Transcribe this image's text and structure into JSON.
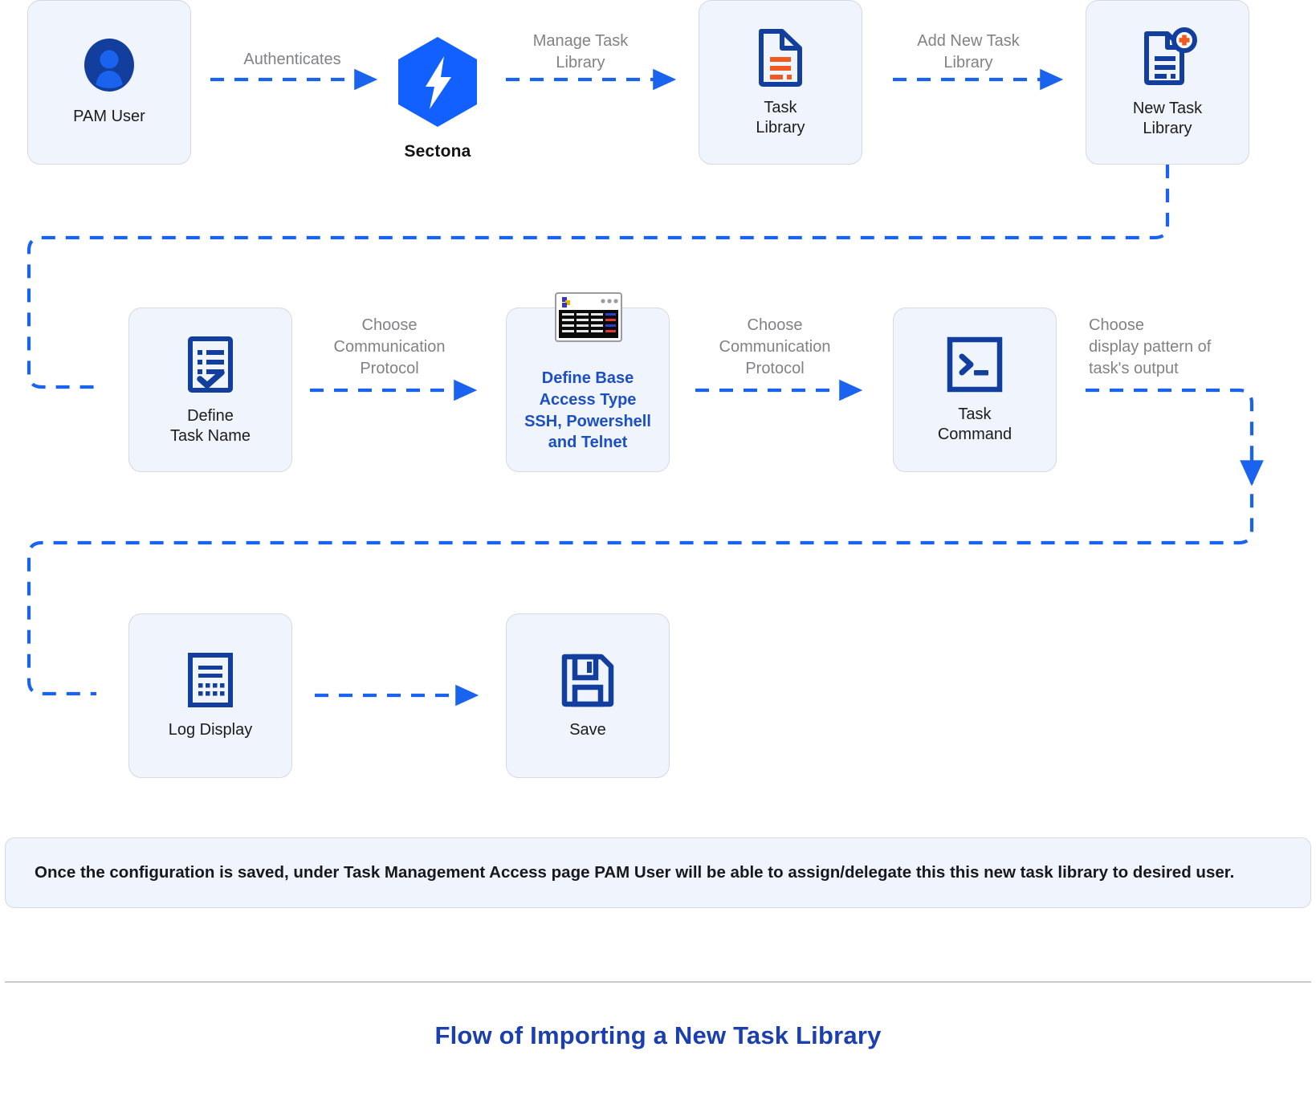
{
  "figure": {
    "title": "Flow of Importing a New Task Library",
    "note": "Once the configuration is saved, under Task Management Access page PAM User will be able to assign/delegate this this new task library to desired user."
  },
  "colors": {
    "card_bg": "#f0f4fd",
    "card_border": "#d7d9e0",
    "arrow_blue": "#1a63ef",
    "icon_blue": "#123f9e",
    "accent_orange": "#f2591f",
    "label_gray": "#808285",
    "title_blue": "#1b3fae",
    "logo_blue": "#1260ff"
  },
  "nodes": [
    {
      "id": "pam-user",
      "label": "PAM User",
      "icon": "user-avatar-icon"
    },
    {
      "id": "sectona",
      "label": "Sectona",
      "icon": "sectona-hex-bolt-logo"
    },
    {
      "id": "task-library",
      "label": "Task\nLibrary",
      "icon": "document-lines-icon"
    },
    {
      "id": "new-task-library",
      "label": "New Task\nLibrary",
      "icon": "document-add-icon"
    },
    {
      "id": "define-task-name",
      "label": "Define\nTask Name",
      "icon": "checklist-icon"
    },
    {
      "id": "define-base-access-type",
      "label": "Define Base\nAccess Type\nSSH, Powershell\nand Telnet",
      "icon": "terminal-window-icon"
    },
    {
      "id": "task-command",
      "label": "Task\nCommand",
      "icon": "command-prompt-icon"
    },
    {
      "id": "log-display",
      "label": "Log Display",
      "icon": "log-document-icon"
    },
    {
      "id": "save",
      "label": "Save",
      "icon": "floppy-disk-icon"
    }
  ],
  "edges": [
    {
      "id": "e1",
      "label": "Authenticates",
      "from": "pam-user",
      "to": "sectona"
    },
    {
      "id": "e2",
      "label": "Manage Task\nLibrary",
      "from": "sectona",
      "to": "task-library"
    },
    {
      "id": "e3",
      "label": "Add New Task\nLibrary",
      "from": "task-library",
      "to": "new-task-library"
    },
    {
      "id": "e4",
      "label": "Choose\nCommunication\nProtocol",
      "from": "define-task-name",
      "to": "define-base-access-type"
    },
    {
      "id": "e5",
      "label": "Choose\nCommunication\nProtocol",
      "from": "define-base-access-type",
      "to": "task-command"
    },
    {
      "id": "e6",
      "label": "Choose\ndisplay pattern of\ntask's output",
      "from": "task-command",
      "to": "log-display"
    },
    {
      "id": "e7",
      "label": "",
      "from": "log-display",
      "to": "save"
    }
  ]
}
